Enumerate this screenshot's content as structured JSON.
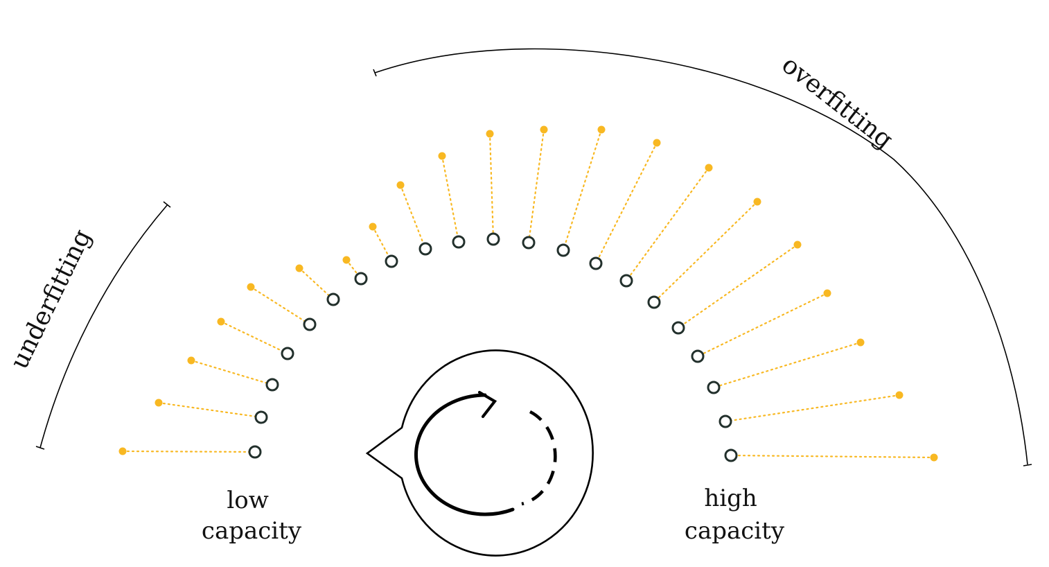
{
  "diagram": {
    "labels": {
      "underfitting": "underfitting",
      "overfitting": "overfitting",
      "low_capacity": [
        "low",
        "capacity"
      ],
      "high_capacity": [
        "high",
        "capacity"
      ]
    },
    "colors": {
      "model_point": "#f8b822",
      "model_link": "#f8b822",
      "data_ring": "#22302c",
      "arc": "#000000",
      "bubble": "#000000"
    },
    "icons": {
      "bubble_icon": "refresh-cycle-icon"
    },
    "points": {
      "count": 21
    }
  }
}
